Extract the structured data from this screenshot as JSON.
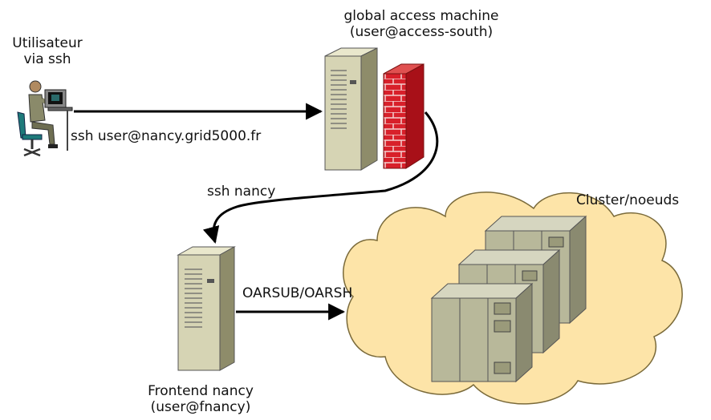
{
  "user": {
    "line1": "Utilisateur",
    "line2": "via ssh"
  },
  "access": {
    "line1": "global access machine",
    "line2": "(user@access-south)"
  },
  "edges": {
    "ssh_access": "ssh user@nancy.grid5000.fr",
    "ssh_nancy": "ssh nancy",
    "oarsub": "OARSUB/OARSH"
  },
  "frontend": {
    "line1": "Frontend nancy",
    "line2": "(user@fnancy)"
  },
  "cluster": {
    "label": "Cluster/noeuds"
  },
  "colors": {
    "server_body": "#d6d4b4",
    "server_dark": "#8e8c6a",
    "cloud_fill": "#fde4a8",
    "cloud_stroke": "#7a6a3a",
    "brick": "#d8202a",
    "rack": "#b8b89a"
  },
  "icons": [
    "user-at-computer-icon",
    "server-icon",
    "firewall-icon",
    "cluster-rack-icon",
    "cloud-icon"
  ]
}
